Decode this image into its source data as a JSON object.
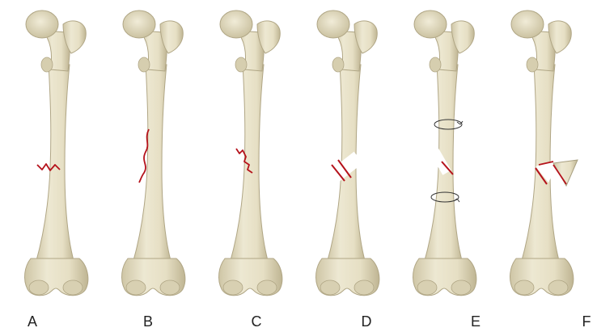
{
  "panels": [
    {
      "label": "A",
      "fracture": "transverse"
    },
    {
      "label": "B",
      "fracture": "spiral"
    },
    {
      "label": "C",
      "fracture": "oblique"
    },
    {
      "label": "D",
      "fracture": "oblique-displaced"
    },
    {
      "label": "E",
      "fracture": "spiral-displaced"
    },
    {
      "label": "F",
      "fracture": "butterfly-fragment"
    }
  ],
  "colors": {
    "bone_fill": "#e8e2c8",
    "bone_shadow": "#c9c0a0",
    "bone_outline": "#a89f80",
    "fracture_line": "#b5121b"
  }
}
